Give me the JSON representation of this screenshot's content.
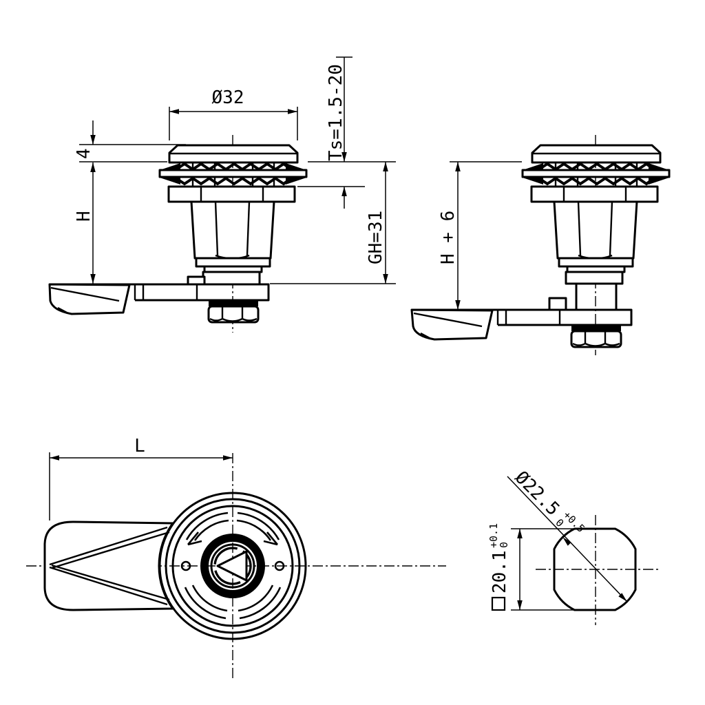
{
  "page": {
    "type": "technical-drawing",
    "subject": "quarter-turn compression latch with wing grip",
    "background_color": "#ffffff",
    "line_color": "#000000"
  },
  "labels": {
    "head_diameter": "Ø32",
    "head_height": "4",
    "grip": "H",
    "panel_thickness": "Ts=1.5-20",
    "grip_height": "GH=31",
    "released_height": "H + 6",
    "handle_length": "L",
    "cutout_diameter": "Ø22.5",
    "cutout_diameter_tol_upper": "+0.5",
    "cutout_diameter_tol_lower": "0",
    "cutout_square": "20.1",
    "cutout_square_tol_upper": "+0.1",
    "cutout_square_tol_lower": "0"
  }
}
